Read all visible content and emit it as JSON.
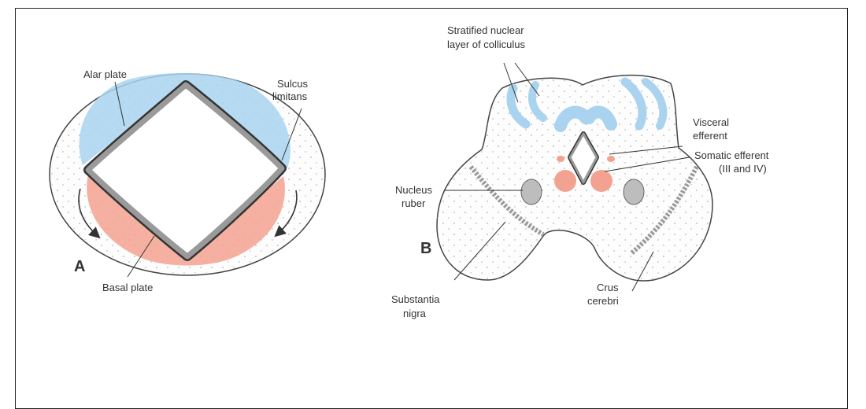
{
  "colors": {
    "alar": "#a9d3ef",
    "basal": "#f3a291",
    "outline": "#444444",
    "wall": "#8f8f8f",
    "text": "#333333"
  },
  "panel_a": {
    "letter": "A",
    "labels": {
      "alar_plate": "Alar plate",
      "sulcus_line1": "Sulcus",
      "sulcus_line2": "limitans",
      "basal_plate": "Basal plate"
    }
  },
  "panel_b": {
    "letter": "B",
    "labels": {
      "stratified_line1": "Stratified nuclear",
      "stratified_line2": "layer of colliculus",
      "visceral_line1": "Visceral",
      "visceral_line2": "efferent",
      "somatic_line1": "Somatic efferent",
      "somatic_line2": "(III and IV)",
      "nucleus_line1": "Nucleus",
      "nucleus_line2": "ruber",
      "substantia_line1": "Substantia",
      "substantia_line2": "nigra",
      "crus_line1": "Crus",
      "crus_line2": "cerebri"
    }
  }
}
